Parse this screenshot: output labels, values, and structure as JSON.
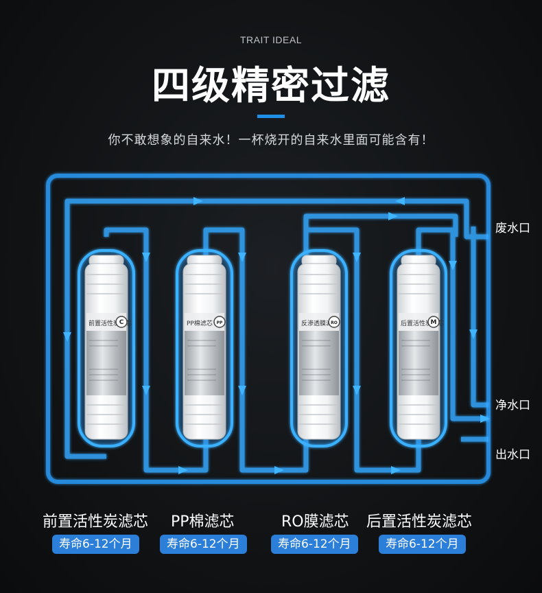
{
  "header": {
    "eyebrow": "TRAIT IDEAL",
    "title": "四级精密过滤",
    "subtitle": "你不敢想象的自来水！一杯烧开的自来水里面可能含有！"
  },
  "ports": {
    "waste": "废水口",
    "clean": "净水口",
    "outlet": "出水口"
  },
  "filters": [
    {
      "name": "前置活性炭滤芯",
      "lifespan": "寿命6-12个月",
      "cartridge_label": "前置活性炭滤芯",
      "badge": "C"
    },
    {
      "name": "PP棉滤芯",
      "lifespan": "寿命6-12个月",
      "cartridge_label": "PP棉滤芯",
      "badge": "PP"
    },
    {
      "name": "RO膜滤芯",
      "lifespan": "寿命6-12个月",
      "cartridge_label": "反渗透膜滤芯",
      "badge": "RO"
    },
    {
      "name": "后置活性炭滤芯",
      "lifespan": "寿命6-12个月",
      "cartridge_label": "后置活性炭滤芯",
      "badge": "M"
    }
  ],
  "colors": {
    "accent": "#1e8ee6",
    "pipe": "#2aa3ff",
    "badge_bg": "#2b7fd8"
  }
}
